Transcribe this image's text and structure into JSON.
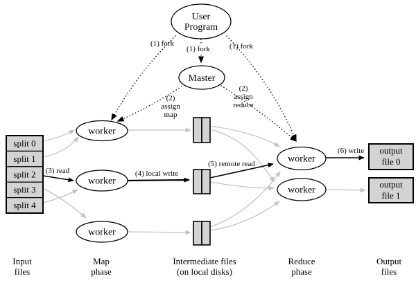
{
  "nodes": {
    "user_program": [
      "User",
      "Program"
    ],
    "master": "Master",
    "map_workers": [
      "worker",
      "worker",
      "worker"
    ],
    "reduce_workers": [
      "worker",
      "worker"
    ],
    "splits": [
      "split 0",
      "split 1",
      "split 2",
      "split 3",
      "split 4"
    ],
    "outputs": [
      [
        "output",
        "file 0"
      ],
      [
        "output",
        "file 1"
      ]
    ]
  },
  "edge_labels": {
    "fork_left": "(1) fork",
    "fork_mid": "(1) fork",
    "fork_right": "(1) fork",
    "assign_map": [
      "(2)",
      "assign",
      "map"
    ],
    "assign_reduce": [
      "(2)",
      "assign",
      "reduce"
    ],
    "read": "(3) read",
    "local_write": "(4) local write",
    "remote_read": "(5) remote read",
    "write": "(6) write"
  },
  "phases": {
    "input": [
      "Input",
      "files"
    ],
    "map": [
      "Map",
      "phase"
    ],
    "intermediate": [
      "Intermediate files",
      "(on local disks)"
    ],
    "reduce": [
      "Reduce",
      "phase"
    ],
    "output": [
      "Output",
      "files"
    ]
  },
  "colors": {
    "box_fill": "#d3d3d3",
    "gray_arrow": "#c3c3c3",
    "line_black": "#000000",
    "background": "#ffffff"
  }
}
